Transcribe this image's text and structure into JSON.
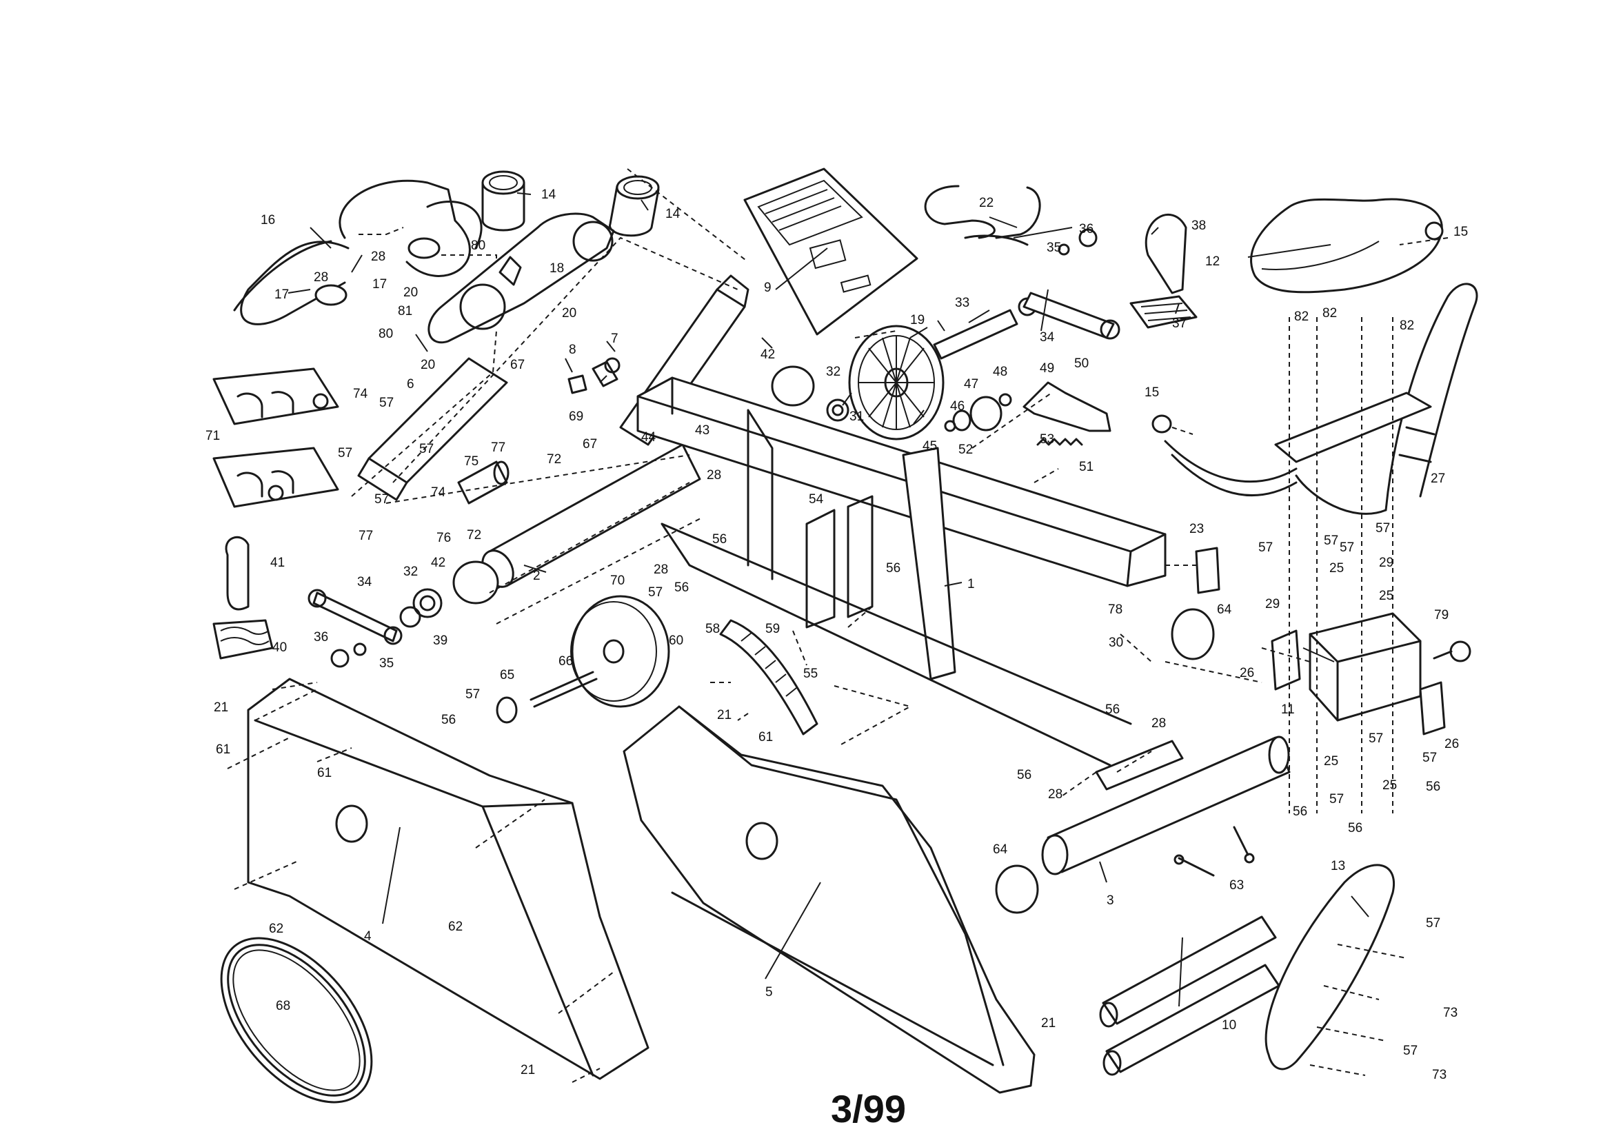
{
  "footer": {
    "date_code": "3/99"
  },
  "callouts": [
    {
      "id": "1",
      "text": "1"
    },
    {
      "id": "2",
      "text": "2"
    },
    {
      "id": "3",
      "text": "3"
    },
    {
      "id": "4",
      "text": "4"
    },
    {
      "id": "5",
      "text": "5"
    },
    {
      "id": "6",
      "text": "6"
    },
    {
      "id": "7",
      "text": "7"
    },
    {
      "id": "8",
      "text": "8"
    },
    {
      "id": "9",
      "text": "9"
    },
    {
      "id": "10",
      "text": "10"
    },
    {
      "id": "11",
      "text": "11"
    },
    {
      "id": "12",
      "text": "12"
    },
    {
      "id": "13",
      "text": "13"
    },
    {
      "id": "14a",
      "text": "14"
    },
    {
      "id": "14b",
      "text": "14"
    },
    {
      "id": "15a",
      "text": "15"
    },
    {
      "id": "15b",
      "text": "15"
    },
    {
      "id": "16",
      "text": "16"
    },
    {
      "id": "17a",
      "text": "17"
    },
    {
      "id": "17b",
      "text": "17"
    },
    {
      "id": "18",
      "text": "18"
    },
    {
      "id": "19",
      "text": "19"
    },
    {
      "id": "20a",
      "text": "20"
    },
    {
      "id": "20b",
      "text": "20"
    },
    {
      "id": "20c",
      "text": "20"
    },
    {
      "id": "21a",
      "text": "21"
    },
    {
      "id": "21b",
      "text": "21"
    },
    {
      "id": "21c",
      "text": "21"
    },
    {
      "id": "21d",
      "text": "21"
    },
    {
      "id": "22",
      "text": "22"
    },
    {
      "id": "23",
      "text": "23"
    },
    {
      "id": "25a",
      "text": "25"
    },
    {
      "id": "25b",
      "text": "25"
    },
    {
      "id": "25c",
      "text": "25"
    },
    {
      "id": "25d",
      "text": "25"
    },
    {
      "id": "26a",
      "text": "26"
    },
    {
      "id": "26b",
      "text": "26"
    },
    {
      "id": "27",
      "text": "27"
    },
    {
      "id": "28a",
      "text": "28"
    },
    {
      "id": "28b",
      "text": "28"
    },
    {
      "id": "28c",
      "text": "28"
    },
    {
      "id": "28d",
      "text": "28"
    },
    {
      "id": "28e",
      "text": "28"
    },
    {
      "id": "28f",
      "text": "28"
    },
    {
      "id": "29a",
      "text": "29"
    },
    {
      "id": "29b",
      "text": "29"
    },
    {
      "id": "30",
      "text": "30"
    },
    {
      "id": "31",
      "text": "31"
    },
    {
      "id": "32a",
      "text": "32"
    },
    {
      "id": "32b",
      "text": "32"
    },
    {
      "id": "33",
      "text": "33"
    },
    {
      "id": "34a",
      "text": "34"
    },
    {
      "id": "34b",
      "text": "34"
    },
    {
      "id": "35a",
      "text": "35"
    },
    {
      "id": "35b",
      "text": "35"
    },
    {
      "id": "36a",
      "text": "36"
    },
    {
      "id": "36b",
      "text": "36"
    },
    {
      "id": "37",
      "text": "37"
    },
    {
      "id": "38",
      "text": "38"
    },
    {
      "id": "39",
      "text": "39"
    },
    {
      "id": "40",
      "text": "40"
    },
    {
      "id": "41",
      "text": "41"
    },
    {
      "id": "42a",
      "text": "42"
    },
    {
      "id": "42b",
      "text": "42"
    },
    {
      "id": "43",
      "text": "43"
    },
    {
      "id": "44",
      "text": "44"
    },
    {
      "id": "45",
      "text": "45"
    },
    {
      "id": "46",
      "text": "46"
    },
    {
      "id": "47",
      "text": "47"
    },
    {
      "id": "48",
      "text": "48"
    },
    {
      "id": "49",
      "text": "49"
    },
    {
      "id": "50",
      "text": "50"
    },
    {
      "id": "51",
      "text": "51"
    },
    {
      "id": "52",
      "text": "52"
    },
    {
      "id": "53",
      "text": "53"
    },
    {
      "id": "54",
      "text": "54"
    },
    {
      "id": "55",
      "text": "55"
    },
    {
      "id": "56a",
      "text": "56"
    },
    {
      "id": "56b",
      "text": "56"
    },
    {
      "id": "56c",
      "text": "56"
    },
    {
      "id": "56d",
      "text": "56"
    },
    {
      "id": "56e",
      "text": "56"
    },
    {
      "id": "56f",
      "text": "56"
    },
    {
      "id": "56g",
      "text": "56"
    },
    {
      "id": "56h",
      "text": "56"
    },
    {
      "id": "56i",
      "text": "56"
    },
    {
      "id": "57a",
      "text": "57"
    },
    {
      "id": "57b",
      "text": "57"
    },
    {
      "id": "57c",
      "text": "57"
    },
    {
      "id": "57d",
      "text": "57"
    },
    {
      "id": "57e",
      "text": "57"
    },
    {
      "id": "57f",
      "text": "57"
    },
    {
      "id": "57g",
      "text": "57"
    },
    {
      "id": "57h",
      "text": "57"
    },
    {
      "id": "57i",
      "text": "57"
    },
    {
      "id": "57j",
      "text": "57"
    },
    {
      "id": "57k",
      "text": "57"
    },
    {
      "id": "57l",
      "text": "57"
    },
    {
      "id": "57m",
      "text": "57"
    },
    {
      "id": "57n",
      "text": "57"
    },
    {
      "id": "57o",
      "text": "57"
    },
    {
      "id": "58",
      "text": "58"
    },
    {
      "id": "59",
      "text": "59"
    },
    {
      "id": "60",
      "text": "60"
    },
    {
      "id": "61a",
      "text": "61"
    },
    {
      "id": "61b",
      "text": "61"
    },
    {
      "id": "61c",
      "text": "61"
    },
    {
      "id": "62a",
      "text": "62"
    },
    {
      "id": "62b",
      "text": "62"
    },
    {
      "id": "63",
      "text": "63"
    },
    {
      "id": "64a",
      "text": "64"
    },
    {
      "id": "64b",
      "text": "64"
    },
    {
      "id": "65",
      "text": "65"
    },
    {
      "id": "66",
      "text": "66"
    },
    {
      "id": "67a",
      "text": "67"
    },
    {
      "id": "67b",
      "text": "67"
    },
    {
      "id": "68",
      "text": "68"
    },
    {
      "id": "69",
      "text": "69"
    },
    {
      "id": "70",
      "text": "70"
    },
    {
      "id": "71",
      "text": "71"
    },
    {
      "id": "72a",
      "text": "72"
    },
    {
      "id": "72b",
      "text": "72"
    },
    {
      "id": "73a",
      "text": "73"
    },
    {
      "id": "73b",
      "text": "73"
    },
    {
      "id": "74a",
      "text": "74"
    },
    {
      "id": "74b",
      "text": "74"
    },
    {
      "id": "75",
      "text": "75"
    },
    {
      "id": "76",
      "text": "76"
    },
    {
      "id": "77a",
      "text": "77"
    },
    {
      "id": "77b",
      "text": "77"
    },
    {
      "id": "78",
      "text": "78"
    },
    {
      "id": "79",
      "text": "79"
    },
    {
      "id": "80a",
      "text": "80"
    },
    {
      "id": "80b",
      "text": "80"
    },
    {
      "id": "81",
      "text": "81"
    },
    {
      "id": "82a",
      "text": "82"
    },
    {
      "id": "82b",
      "text": "82"
    },
    {
      "id": "82c",
      "text": "82"
    }
  ]
}
